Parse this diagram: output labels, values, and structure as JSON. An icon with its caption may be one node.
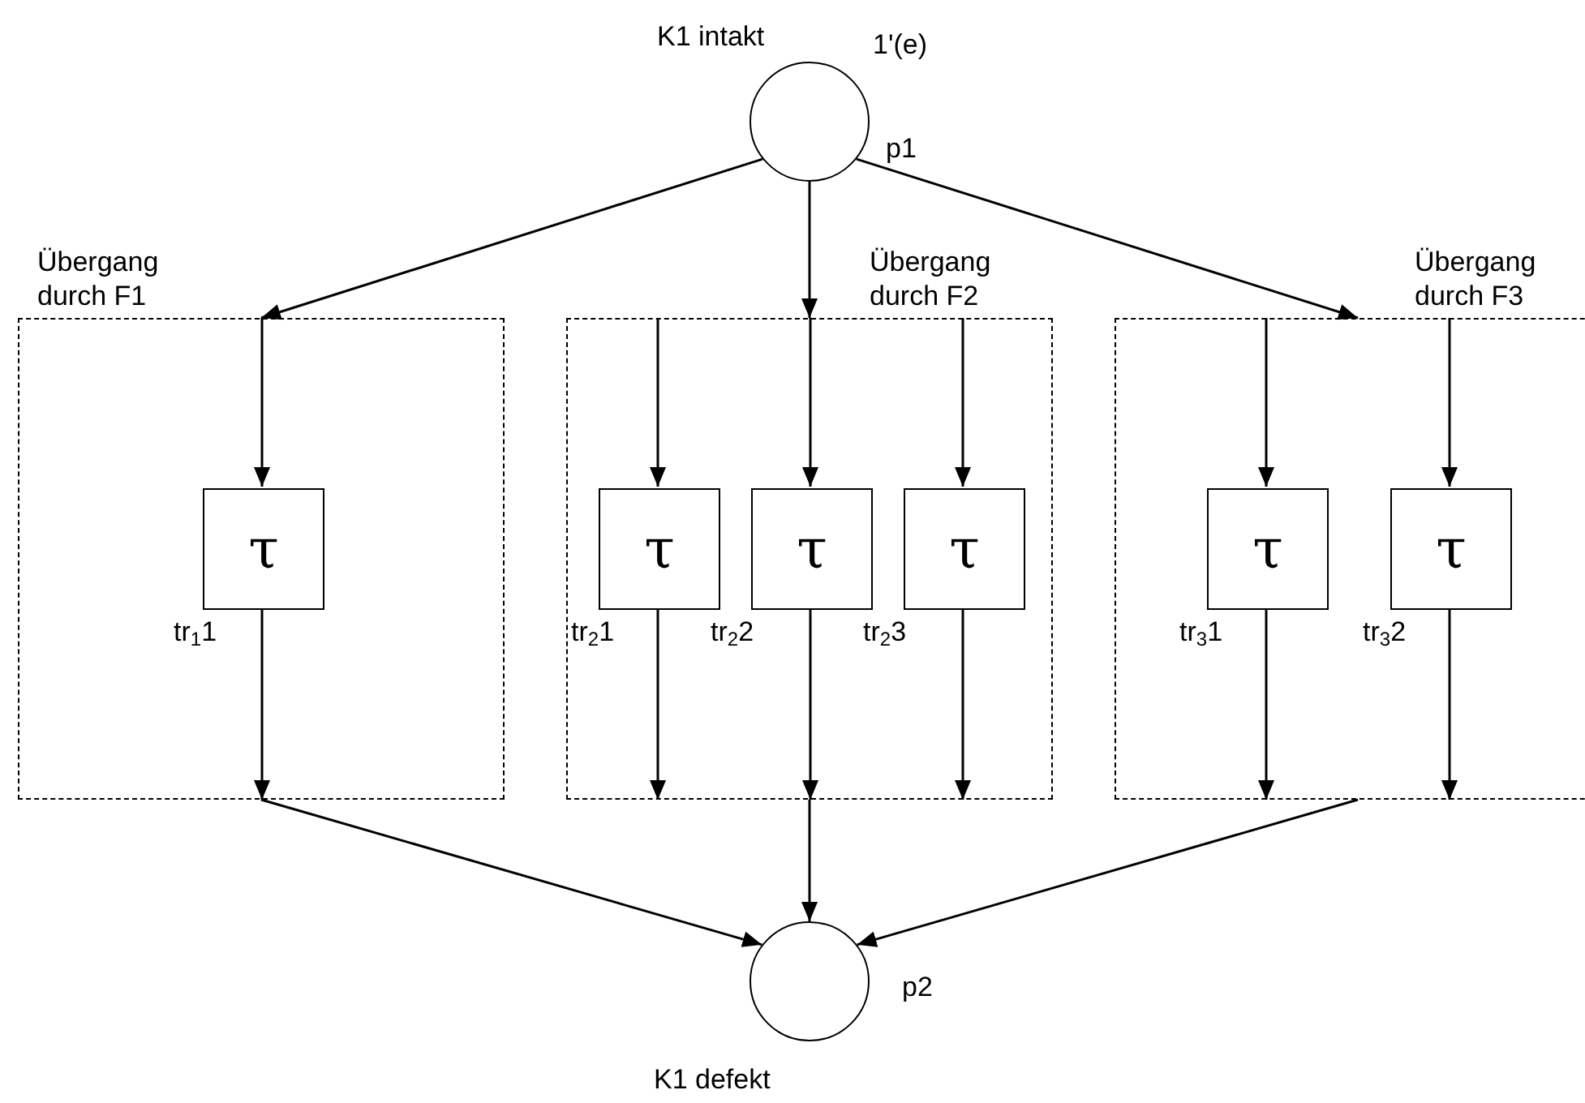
{
  "diagram": {
    "nodes": [
      {
        "text": [
          "K1 intakt"
        ],
        "beside": [
          "1'(e)",
          "p1"
        ]
      },
      {
        "text": [
          "Übergang durch F1"
        ]
      },
      {
        "text": [
          "τ"
        ],
        "in": 1
      },
      {
        "text": [
          "Übergang durch F2"
        ]
      },
      {
        "text": [
          "τ"
        ],
        "in": 3
      },
      {
        "text": [
          "τ"
        ],
        "in": 3
      },
      {
        "text": [
          "τ"
        ],
        "in": 3
      },
      {
        "text": [
          "Übergang durch F3"
        ]
      },
      {
        "text": [
          "τ"
        ],
        "in": 7
      },
      {
        "text": [
          "τ"
        ],
        "in": 7
      },
      {
        "text": [
          "K1 defekt"
        ],
        "beside": [
          "p2"
        ]
      }
    ],
    "edges": [
      {
        "from": 0,
        "to": 1,
        "arrow": "to"
      },
      {
        "from": 0,
        "to": 3,
        "arrow": "to"
      },
      {
        "from": 0,
        "to": 7,
        "arrow": "to"
      },
      {
        "from": 1,
        "to": 2,
        "arrow": "to"
      },
      {
        "from": 2,
        "to": 1,
        "arrow": "to"
      },
      {
        "from": 3,
        "to": 4,
        "arrow": "to"
      },
      {
        "from": 3,
        "to": 5,
        "arrow": "to"
      },
      {
        "from": 3,
        "to": 6,
        "arrow": "to"
      },
      {
        "from": 4,
        "to": 3,
        "arrow": "to"
      },
      {
        "from": 5,
        "to": 3,
        "arrow": "to"
      },
      {
        "from": 6,
        "to": 3,
        "arrow": "to"
      },
      {
        "from": 7,
        "to": 8,
        "arrow": "to"
      },
      {
        "from": 7,
        "to": 9,
        "arrow": "to"
      },
      {
        "from": 8,
        "to": 7,
        "arrow": "to"
      },
      {
        "from": 9,
        "to": 7,
        "arrow": "to"
      },
      {
        "from": 1,
        "to": 10,
        "arrow": "to"
      },
      {
        "from": 3,
        "to": 10,
        "arrow": "to"
      },
      {
        "from": 7,
        "to": 10,
        "arrow": "to"
      }
    ],
    "labels": [
      "tr$_{1}$1",
      "tr$_{2}$1",
      "tr$_{2}$2",
      "tr$_{2}$3",
      "tr$_{3}$1",
      "tr$_{3}$2"
    ]
  }
}
